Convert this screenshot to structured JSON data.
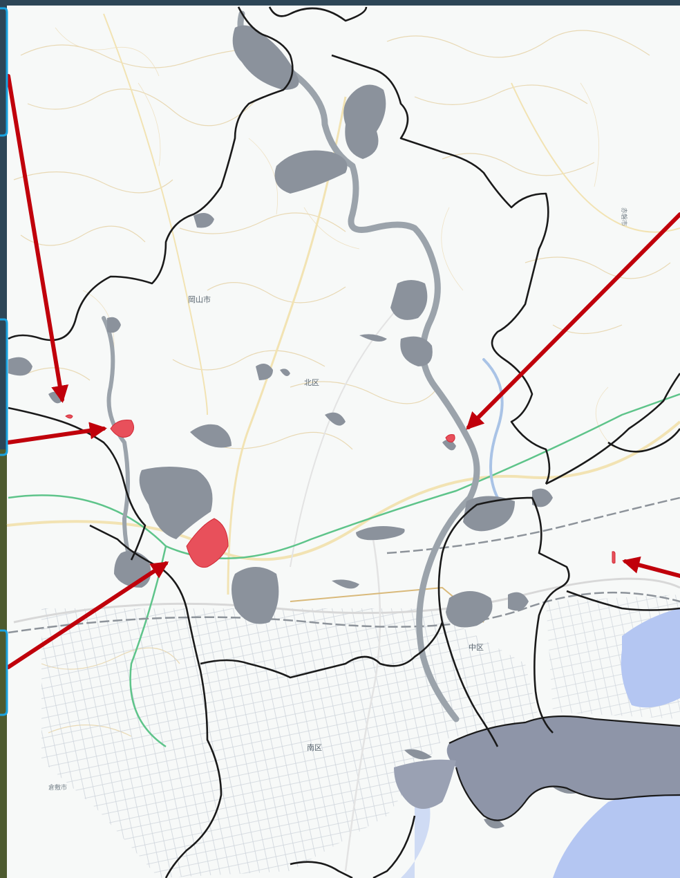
{
  "map": {
    "labels": {
      "okayama_city": "岡山市",
      "kita_ku": "北区",
      "naka_ku": "中区",
      "minami_ku": "南区",
      "kurashiki_city": "倉敷市",
      "akaiwa_city": "赤磐市"
    },
    "colors": {
      "frame": "#2d4657",
      "background": "#f7f9f8",
      "contour": "#e6d3a8",
      "river": "#9ba3ab",
      "urban_area": "#8b929c",
      "highlight": "#e8505b",
      "boundary": "#1a1a1a",
      "arrow": "#c0000b",
      "side_box": "#1aa3e0"
    }
  }
}
